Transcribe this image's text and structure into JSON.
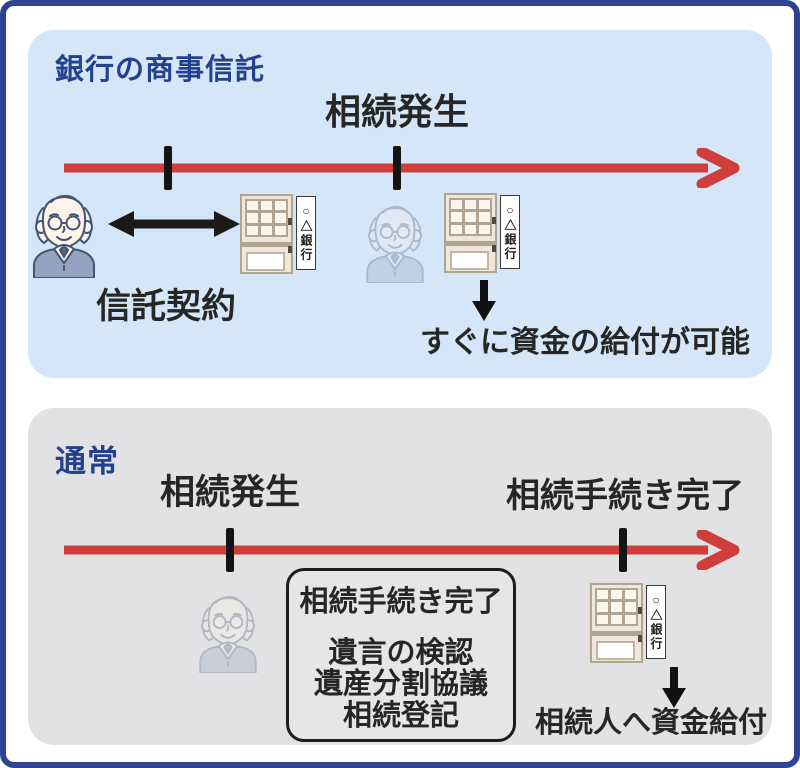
{
  "bank_sign_label": "○△銀行",
  "trust_panel": {
    "title": "銀行の商事信託",
    "event_label": "相続発生",
    "contract_label": "信託契約",
    "result_label": "すぐに資金の給付が可能"
  },
  "normal_panel": {
    "title": "通常",
    "event_label": "相続発生",
    "completion_label": "相続手続き完了",
    "procedure_box": {
      "title": "相続手続き完了",
      "items": [
        "遺言の検認",
        "遺産分割協議",
        "相続登記"
      ]
    },
    "result_label": "相続人へ資金給付"
  },
  "colors": {
    "frame_navy": "#2e4392",
    "title_blue": "#24418f",
    "panel_blue": "#d4e6f8",
    "panel_gray": "#e2e2e4",
    "timeline_red": "#cf3e3b",
    "text_dark": "#262626"
  }
}
